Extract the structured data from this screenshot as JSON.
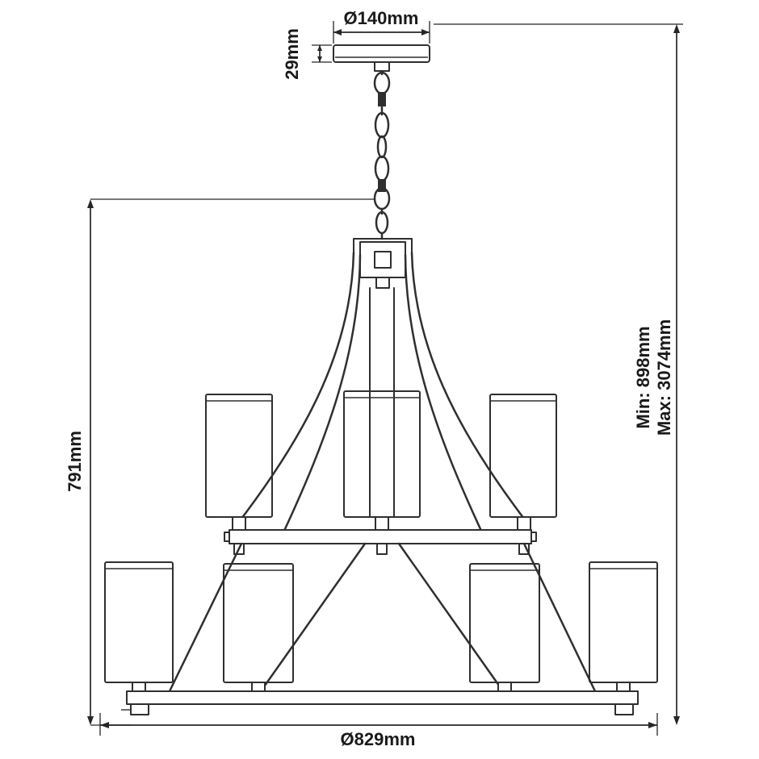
{
  "dimensions": {
    "canopy_diameter": "Ø140mm",
    "canopy_height": "29mm",
    "fixture_height": "791mm",
    "suspension_min": "Min: 898mm",
    "suspension_max": "Max: 3074mm",
    "fixture_diameter": "Ø829mm"
  },
  "colors": {
    "line": "#2f2f2f",
    "text": "#1a1a1a",
    "background": "#ffffff"
  }
}
